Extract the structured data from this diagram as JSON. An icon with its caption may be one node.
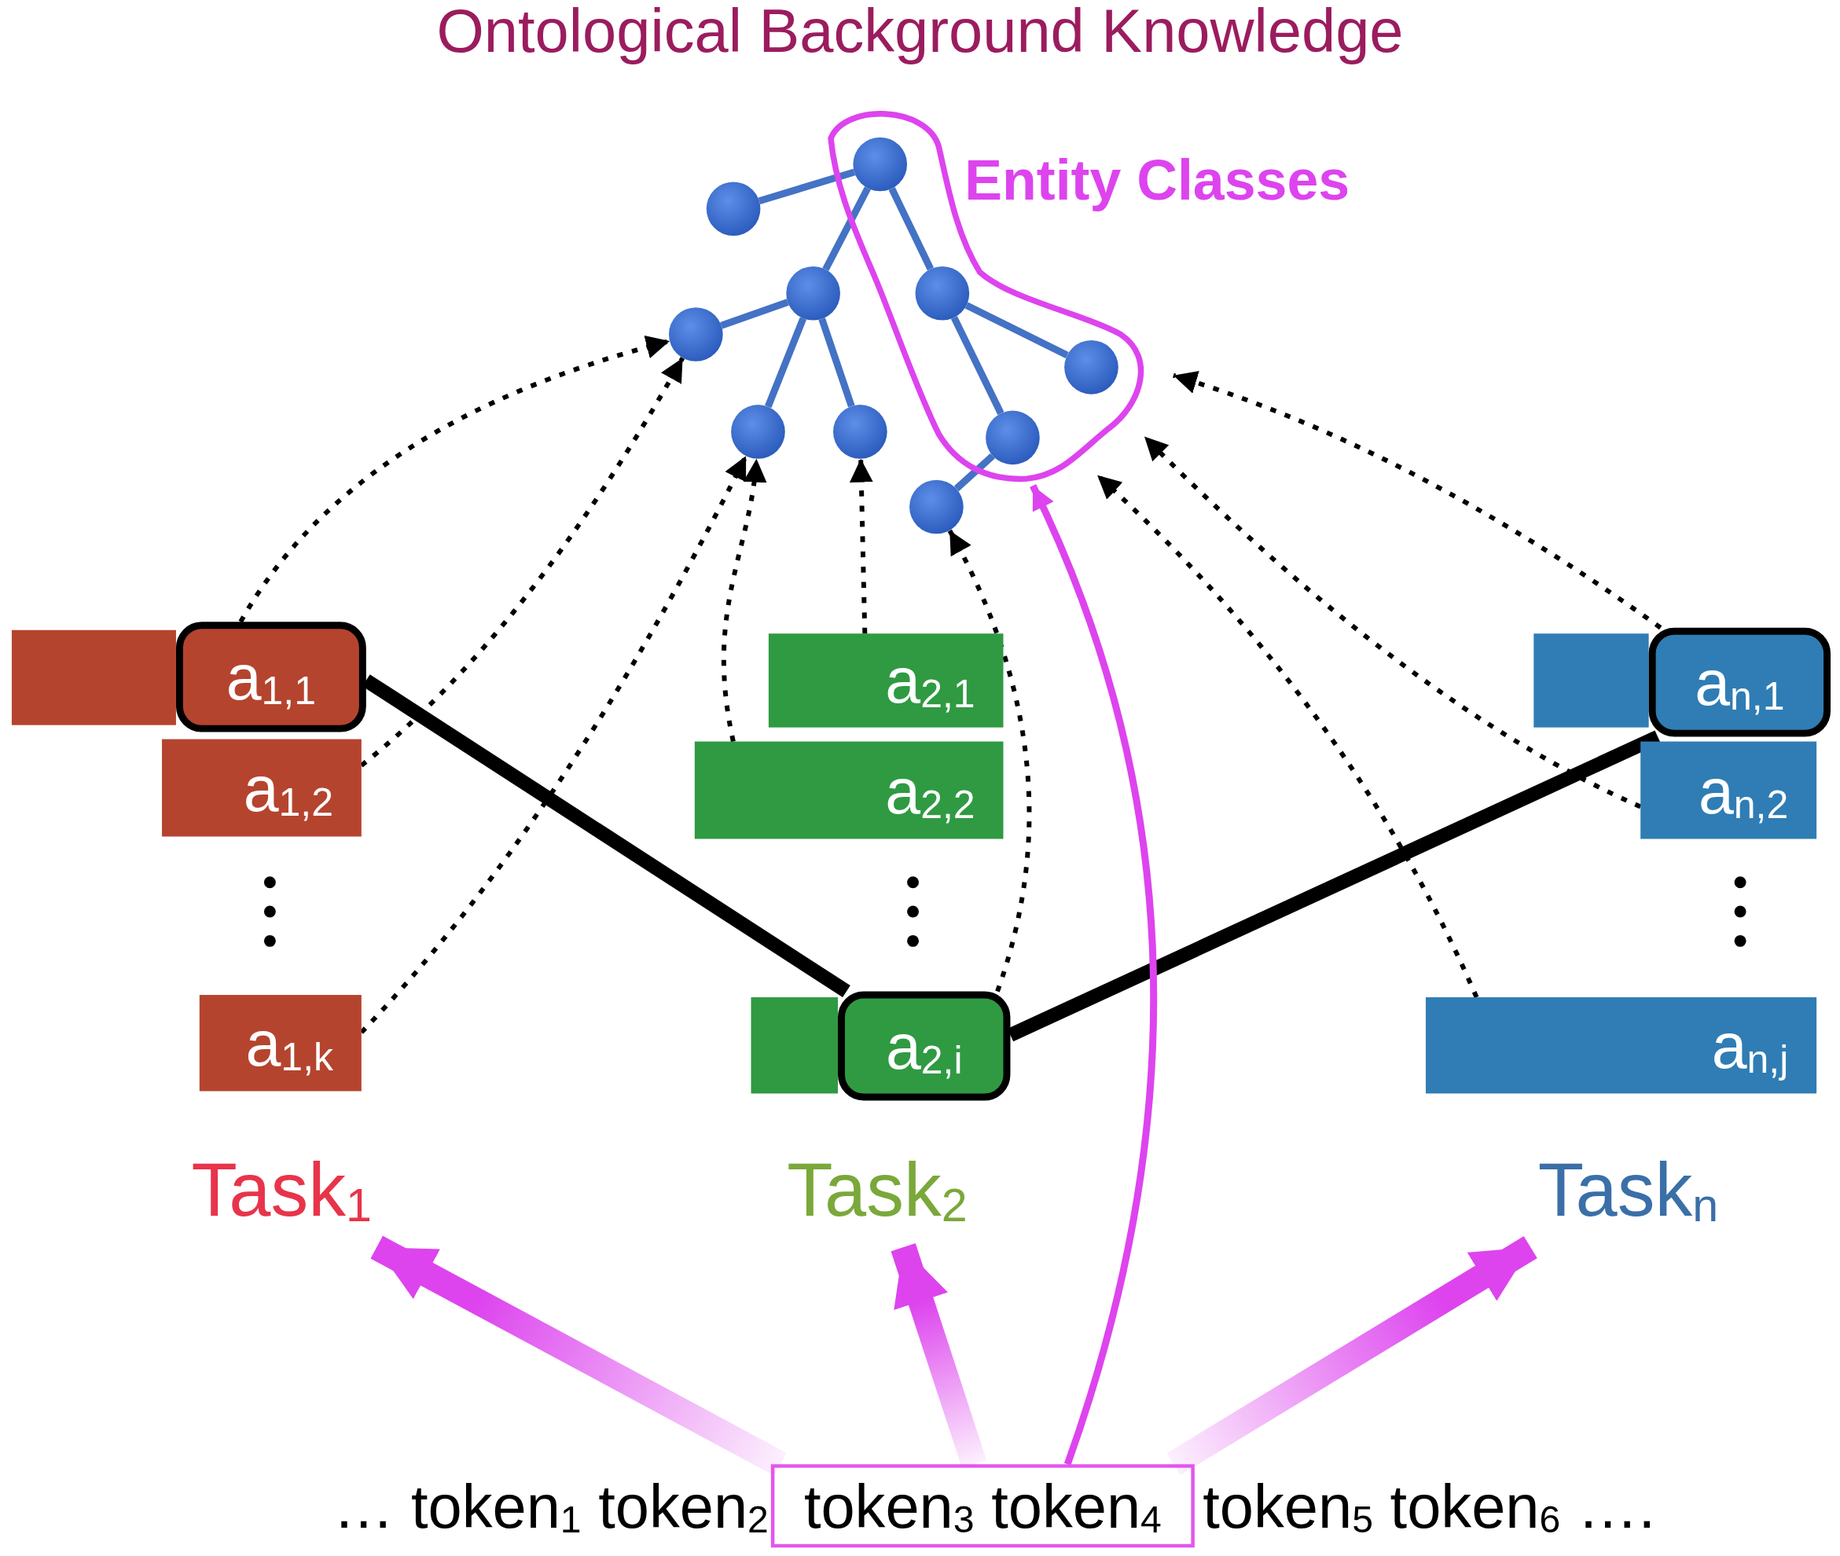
{
  "diagram": {
    "title": "Ontological Background Knowledge",
    "nodes": [
      {
        "text": [],
        "shape": "circle"
      },
      {
        "text": [
          "Entity Classes"
        ]
      },
      {
        "text": [],
        "shape": "circle",
        "in": 1
      },
      {
        "text": [],
        "shape": "circle",
        "in": 1
      },
      {
        "text": [],
        "shape": "circle",
        "in": 1
      },
      {
        "text": [],
        "shape": "circle",
        "in": 1
      },
      {
        "text": [],
        "shape": "circle"
      },
      {
        "text": [],
        "shape": "circle"
      },
      {
        "text": [],
        "shape": "circle"
      },
      {
        "text": [],
        "shape": "circle"
      },
      {
        "text": [],
        "shape": "circle"
      },
      {
        "text": [
          "a$_{1,1}$"
        ]
      },
      {
        "text": [
          "a$_{1,2}$"
        ]
      },
      {
        "text": [
          "a$_{1,k}$"
        ]
      },
      {
        "text": [
          "Task$_{1}$"
        ]
      },
      {
        "text": [
          "a$_{2,1}$"
        ]
      },
      {
        "text": [
          "a$_{2,2}$"
        ]
      },
      {
        "text": [
          "a$_{2,i}$"
        ]
      },
      {
        "text": [
          "Task$_{2}$"
        ]
      },
      {
        "text": [
          "a$_{n,1}$"
        ]
      },
      {
        "text": [
          "a$_{n,2}$"
        ]
      },
      {
        "text": [
          "a$_{n,j}$"
        ]
      },
      {
        "text": [
          "Task$_{n}$"
        ]
      },
      {
        "text": [
          "token$_{3}$ token$_{4}$"
        ]
      },
      {
        "text": [],
        "shape": "bar"
      },
      {
        "text": [],
        "shape": "bar"
      },
      {
        "text": [],
        "shape": "bar"
      }
    ],
    "edges": [
      {
        "from": 0,
        "to": 2,
        "arrow": "none",
        "color": "#4472c4"
      },
      {
        "from": 2,
        "to": 7,
        "arrow": "none",
        "color": "#4472c4"
      },
      {
        "from": 2,
        "to": 3,
        "arrow": "none",
        "color": "#4472c4"
      },
      {
        "from": 7,
        "to": 6,
        "arrow": "none",
        "color": "#4472c4"
      },
      {
        "from": 7,
        "to": 8,
        "arrow": "none",
        "color": "#4472c4"
      },
      {
        "from": 7,
        "to": 9,
        "arrow": "none",
        "color": "#4472c4"
      },
      {
        "from": 3,
        "to": 4,
        "arrow": "none",
        "color": "#4472c4"
      },
      {
        "from": 3,
        "to": 5,
        "arrow": "none",
        "color": "#4472c4"
      },
      {
        "from": 5,
        "to": 10,
        "arrow": "none",
        "color": "#4472c4"
      },
      {
        "from": 11,
        "to": 6,
        "arrow": "to",
        "style": "dashed"
      },
      {
        "from": 12,
        "to": 6,
        "arrow": "to",
        "style": "dashed"
      },
      {
        "from": 13,
        "to": 8,
        "arrow": "to",
        "style": "dashed"
      },
      {
        "from": 16,
        "to": 8,
        "arrow": "to",
        "style": "dashed"
      },
      {
        "from": 15,
        "to": 9,
        "arrow": "to",
        "style": "dashed"
      },
      {
        "from": 17,
        "to": 10,
        "arrow": "to",
        "style": "dashed"
      },
      {
        "from": 21,
        "to": 1,
        "arrow": "to",
        "style": "dashed"
      },
      {
        "from": 20,
        "to": 1,
        "arrow": "to",
        "style": "dashed"
      },
      {
        "from": 19,
        "to": 1,
        "arrow": "to",
        "style": "dashed"
      },
      {
        "from": 11,
        "to": 17,
        "arrow": "none",
        "style": "thick"
      },
      {
        "from": 17,
        "to": 19,
        "arrow": "none",
        "style": "thick"
      },
      {
        "from": 23,
        "to": 14,
        "arrow": "to",
        "style": "thick",
        "color": "#dd44ee"
      },
      {
        "from": 23,
        "to": 18,
        "arrow": "to",
        "style": "thick",
        "color": "#dd44ee"
      },
      {
        "from": 23,
        "to": 22,
        "arrow": "to",
        "style": "thick",
        "color": "#dd44ee"
      },
      {
        "from": 23,
        "to": 1,
        "arrow": "to",
        "color": "#dd44ee"
      }
    ],
    "labels": [
      "… token$_{1}$ token$_{2}$",
      "token$_{5}$ token$_{6}$ …."
    ]
  }
}
